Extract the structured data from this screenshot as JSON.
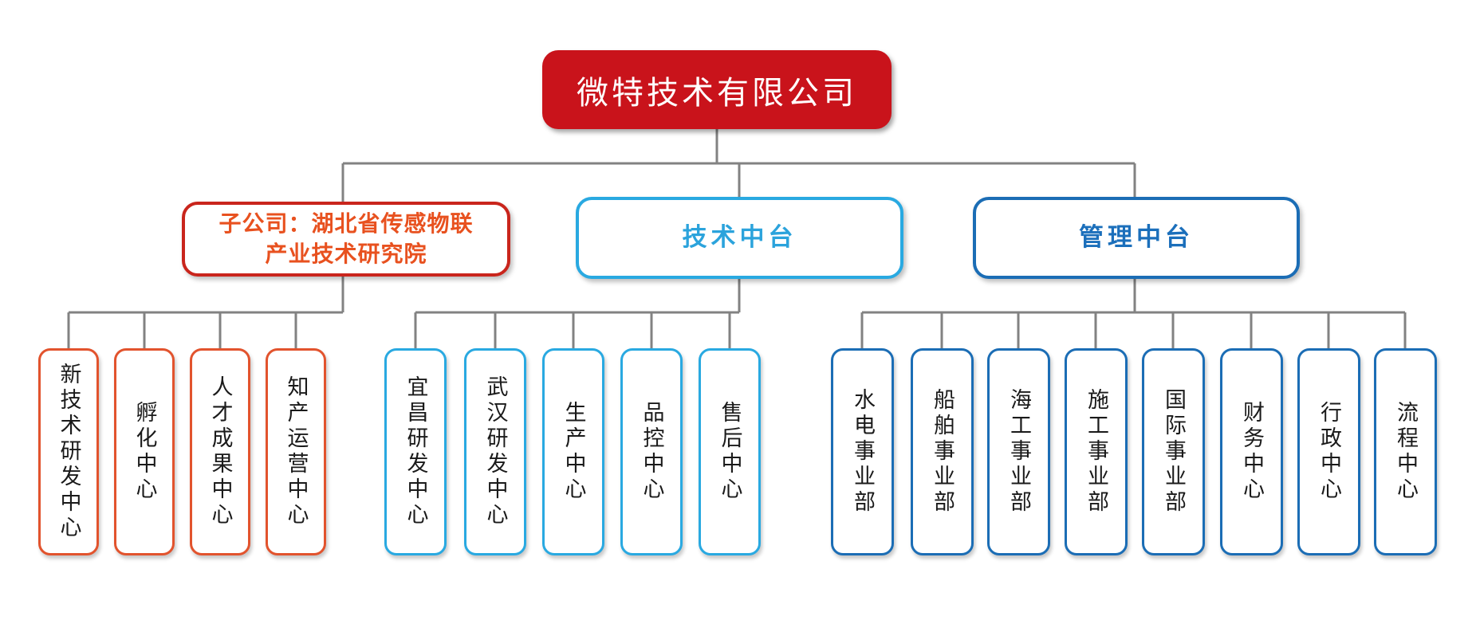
{
  "org_chart": {
    "root": {
      "label": "微特技术有限公司"
    },
    "branches": [
      {
        "label": "子公司：湖北省传感物联\n产业技术研究院",
        "children": [
          "新技术研发中心",
          "孵化中心",
          "人才成果中心",
          "知产运营中心"
        ]
      },
      {
        "label": "技术中台",
        "children": [
          "宜昌研发中心",
          "武汉研发中心",
          "生产中心",
          "品控中心",
          "售后中心"
        ]
      },
      {
        "label": "管理中台",
        "children": [
          "水电事业部",
          "船舶事业部",
          "海工事业部",
          "施工事业部",
          "国际事业部",
          "财务中心",
          "行政中心",
          "流程中心"
        ]
      }
    ]
  },
  "colors": {
    "root_fill": "#C9131B",
    "root_text": "#FFFFFF",
    "subsidiary_border": "#C9251C",
    "subsidiary_text": "#E8511F",
    "orange_leaf_border": "#E2532D",
    "tech_border": "#29A9E1",
    "tech_text": "#2BA3DC",
    "mgmt_border": "#1B6DB5",
    "mgmt_text": "#1B6FBB",
    "leaf_text": "#1A1A1A",
    "connector": "#828282"
  }
}
